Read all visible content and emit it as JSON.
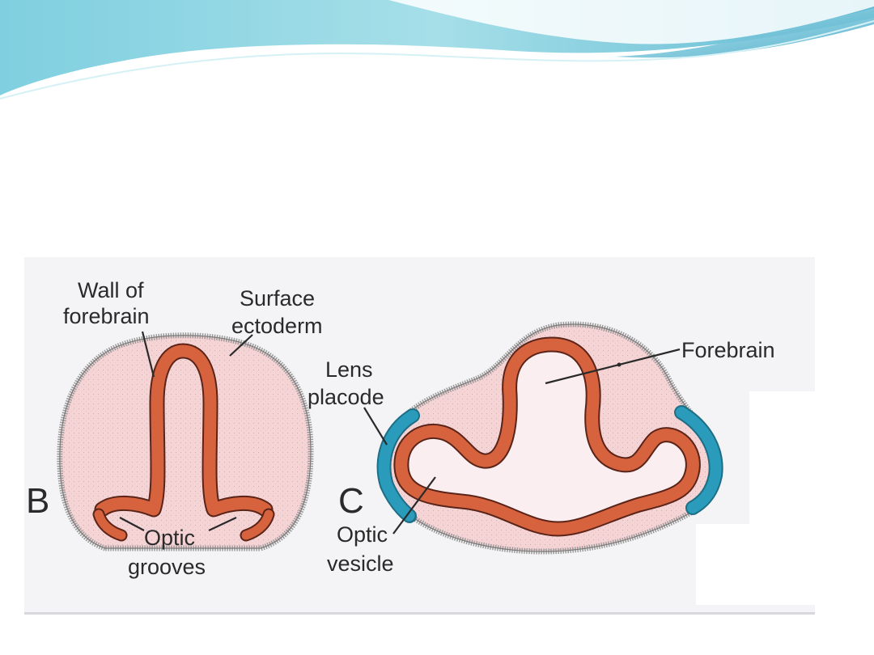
{
  "slide": {
    "wave_colors": {
      "light": "#a6dfe8",
      "mid": "#6cc3d6",
      "dark": "#3ea6c6"
    }
  },
  "diagram": {
    "colors": {
      "mesenchyme": "#f5d4d6",
      "neural_wall": "#d6623e",
      "neural_wall_outline": "#5a2418",
      "ectoderm": "#a8a8a8",
      "placode": "#1e8aa8"
    },
    "panel_b": {
      "letter": "B",
      "labels": {
        "wall_line1": "Wall of",
        "wall_line2": "forebrain",
        "surface_line1": "Surface",
        "surface_line2": "ectoderm",
        "optic_line1": "Optic",
        "optic_line2": "grooves"
      }
    },
    "panel_c": {
      "letter": "C",
      "labels": {
        "forebrain": "Forebrain",
        "lens_line1": "Lens",
        "lens_line2": "placode",
        "vesicle_line1": "Optic",
        "vesicle_line2": "vesicle"
      }
    }
  }
}
